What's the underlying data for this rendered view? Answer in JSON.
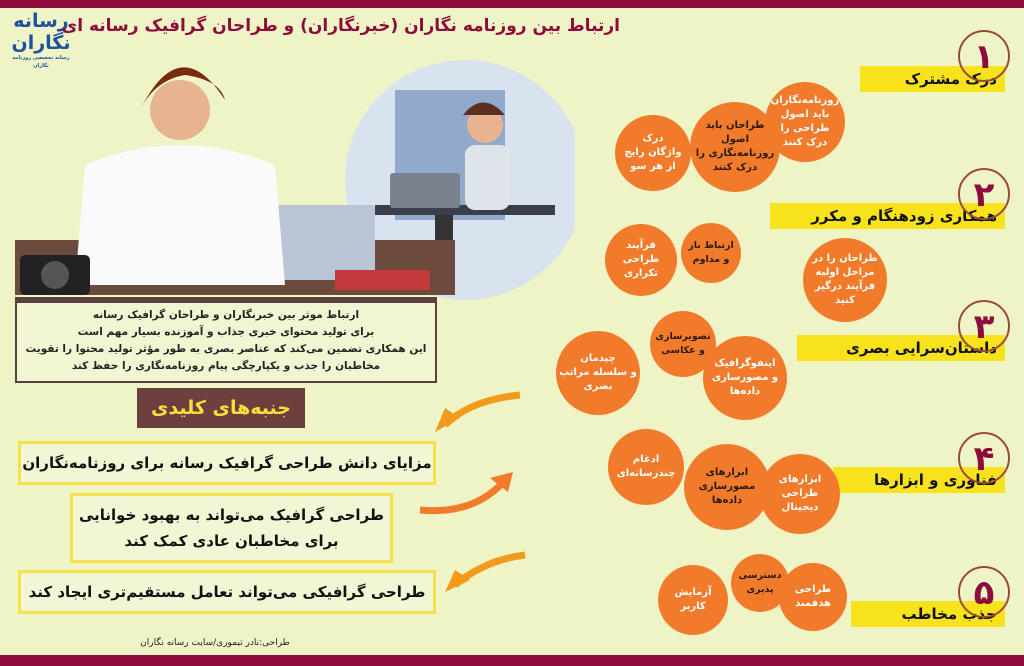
{
  "title": "ارتباط بین روزنامه نگاران (خبرنگاران) و طراحان گرافیک رسانه ای",
  "logo": {
    "text": "رسانه نگاران",
    "tagline": "رسانه تخصصی روزنامه نگاران"
  },
  "intro_lines": [
    "ارتباط موثر بین خبرنگاران و طراحان گرافیک رسانه",
    "برای تولید محتوای خبری جذاب و آموزنده بسیار مهم است",
    "این همکاری تضمین می‌کند که عناصر بصری به طور مؤثر تولید محتوا را تقویت",
    "مخاطبان را جذب و یکپارچگی پیام روزنامه‌نگاری را حفظ کند"
  ],
  "key_aspects": {
    "heading": "جنبه‌های کلیدی",
    "items": [
      "مزایای دانش طراحی گرافیک رسانه برای روزنامه‌نگاران",
      "طراحی گرافیک می‌تواند به بهبود خوانایی\nبرای مخاطبان عادی کمک کند",
      "طراحی گرافیکی می‌تواند تعامل مستقیم‌تری ایجاد کند"
    ]
  },
  "credit": "طراحی:نادر تیموری/سایت رسانه نگاران",
  "sections": [
    {
      "number": "۱",
      "title": "درک مشترک",
      "bubbles": [
        "روزنامه‌نگاران\nباید اصول\nطراحی را\nدرک کنند",
        "طراحان باید\nاصول\nروزنامه‌نگاری را\nدرک کنند",
        "درک\nواژگان رایج\nاز هر سو"
      ]
    },
    {
      "number": "۲",
      "title": "همکاری زودهنگام و مکرر",
      "bubbles": [
        "طراحان را در\nمراحل اولیه\nفرآیند درگیر\nکنید",
        "ارتباط باز\nو مداوم",
        "فرآیند\nطراحی\nتکراری"
      ]
    },
    {
      "number": "۳",
      "title": "داستان‌سرایی بصری",
      "bubbles": [
        "اینفوگرافیک\nو مصورسازی\nداده‌ها",
        "تصویرسازی\nو عکاسی",
        "چیدمان\nو سلسله مراتب\nبصری"
      ]
    },
    {
      "number": "۴",
      "title": "فناوری و ابزارها",
      "bubbles": [
        "ابزارهای\nطراحی\nدیجیتال",
        "ابزارهای\nمصورسازی\nداده‌ها",
        "ادغام\nچندرسانه‌ای"
      ]
    },
    {
      "number": "۵",
      "title": "جذب مخاطب",
      "bubbles": [
        "طراحی\nهدفمند",
        "دسترسی\nپذیری",
        "آزمایش\nکاربر"
      ]
    }
  ],
  "colors": {
    "maroon": "#8e0c3c",
    "orange": "#f27b2b",
    "yellow": "#f7e21c",
    "background": "#eef4c6",
    "brown": "#6e3f3f"
  }
}
